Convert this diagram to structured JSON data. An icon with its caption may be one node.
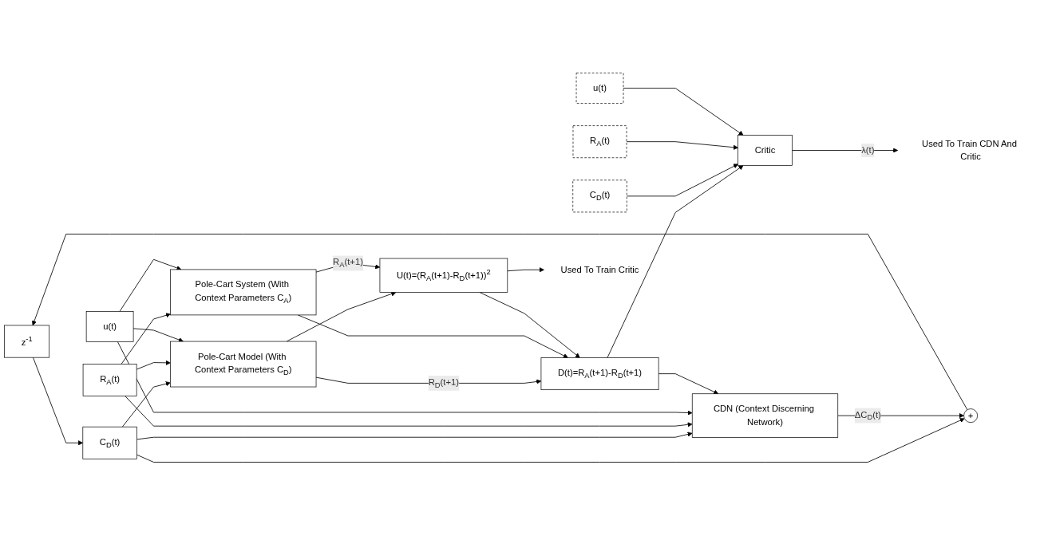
{
  "diagram": {
    "nodes": [
      {
        "text": [
          "z$^{-1}$"
        ]
      },
      {
        "text": [
          "C$_{D}$(t)"
        ]
      },
      {
        "text": [
          "CDN (Context Discerning Network)"
        ]
      },
      {
        "text": [
          "+"
        ]
      },
      {
        "text": [
          "R$_{A}$(t)"
        ]
      },
      {
        "text": [
          "Pole-Cart Model (With Context Parameters C$_{D}$)"
        ]
      },
      {
        "text": [
          "u(t)"
        ]
      },
      {
        "text": [
          "Pole-Cart System (With Context Parameters C$_{A}$)"
        ]
      },
      {
        "text": [
          "D(t)=R$_{A}$(t+1)-R$_{D}$(t+1)"
        ]
      },
      {
        "text": [
          "U(t)=(R$_{A}$(t+1)-R$_{D}$(t+1))$^{2}$"
        ]
      },
      {
        "text": [
          "C$_{D}$(t)"
        ]
      },
      {
        "text": [
          "R$_{A}$(t)"
        ]
      },
      {
        "text": [
          "u(t)"
        ]
      },
      {
        "text": [
          "Critic"
        ]
      },
      {
        "text": [
          "Used To Train CDN And Critic"
        ]
      },
      {
        "text": [
          "Used To Train Critic"
        ]
      }
    ],
    "edges": [
      {
        "from": 0,
        "to": 1,
        "arrow": "to"
      },
      {
        "from": 1,
        "to": 2,
        "arrow": "to"
      },
      {
        "from": 1,
        "to": 3,
        "arrow": "to"
      },
      {
        "from": 1,
        "to": 5,
        "arrow": "to"
      },
      {
        "from": 4,
        "to": 2,
        "arrow": "to"
      },
      {
        "from": 4,
        "to": 5,
        "arrow": "to"
      },
      {
        "from": 4,
        "to": 7,
        "arrow": "to"
      },
      {
        "from": 6,
        "to": 2,
        "arrow": "to"
      },
      {
        "from": 6,
        "to": 5,
        "arrow": "to"
      },
      {
        "from": 6,
        "to": 7,
        "arrow": "to"
      },
      {
        "from": 2,
        "to": 3,
        "label": "ΔC$_{D}$(t)",
        "arrow": "to"
      },
      {
        "from": 5,
        "to": 8,
        "label": "R$_{D}$(t+1)",
        "arrow": "to"
      },
      {
        "from": 5,
        "to": 9,
        "arrow": "to"
      },
      {
        "from": 7,
        "to": 8,
        "arrow": "to"
      },
      {
        "from": 7,
        "to": 9,
        "label": "R$_{A}$(t+1)",
        "arrow": "to"
      },
      {
        "from": 9,
        "to": 8,
        "arrow": "to"
      },
      {
        "from": 8,
        "to": 2,
        "arrow": "to"
      },
      {
        "from": 8,
        "to": 13,
        "arrow": "to"
      },
      {
        "from": 10,
        "to": 13,
        "arrow": "to"
      },
      {
        "from": 11,
        "to": 13,
        "arrow": "to"
      },
      {
        "from": 12,
        "to": 13,
        "arrow": "to"
      },
      {
        "from": 13,
        "to": 14,
        "label": "λ(t)",
        "arrow": "to"
      },
      {
        "from": 9,
        "to": 15,
        "arrow": "to"
      },
      {
        "from": 3,
        "to": 0,
        "arrow": "to"
      }
    ]
  }
}
